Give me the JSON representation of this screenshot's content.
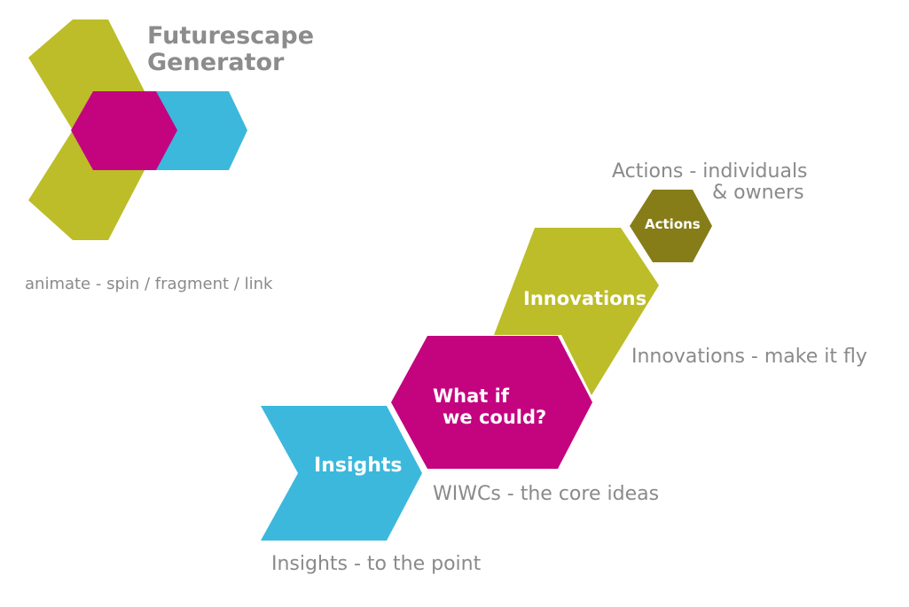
{
  "title": {
    "line1": "Futurescape",
    "line2": "Generator"
  },
  "captions": {
    "animate": "animate - spin / fragment / link",
    "actions_line1": "Actions - individuals",
    "actions_line2": "& owners",
    "innovations": "Innovations - make it fly",
    "wiwcs": "WIWCs - the core ideas",
    "insights": "Insights - to the point"
  },
  "shape_labels": {
    "actions": "Actions",
    "innovations": "Innovations",
    "whatif_line1": "What if",
    "whatif_line2": "we could?",
    "insights": "Insights"
  },
  "colors": {
    "olive_green": "#bcbd28",
    "magenta": "#c4037f",
    "cyan": "#3cb8dd",
    "dark_olive": "#867d19",
    "text_gray": "#8a8a8a"
  }
}
